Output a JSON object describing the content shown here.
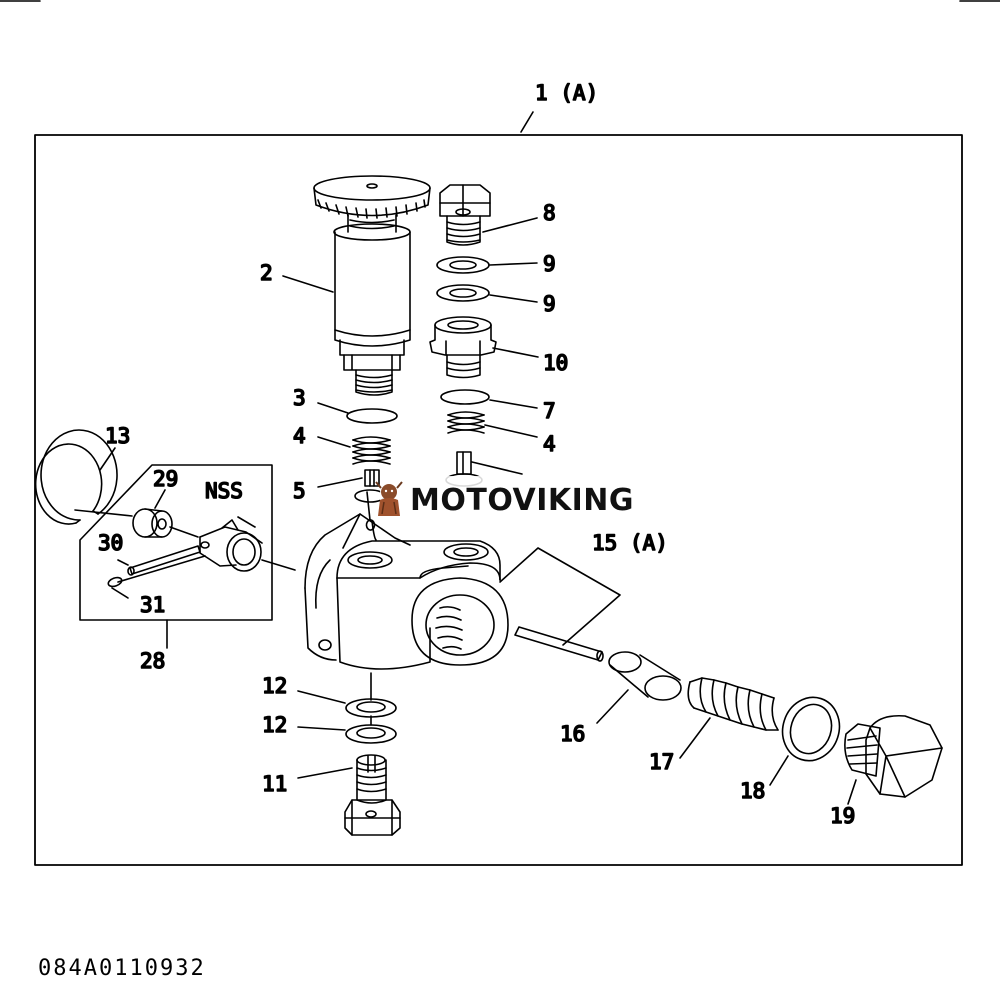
{
  "diagram": {
    "assembly_label": "1 (A)",
    "subassembly_label": "15 (A)",
    "nss_label": "NSS",
    "callouts": {
      "c2": "2",
      "c3": "3",
      "c4a": "4",
      "c4b": "4",
      "c5": "5",
      "c7": "7",
      "c8": "8",
      "c9a": "9",
      "c9b": "9",
      "c10": "10",
      "c11": "11",
      "c12a": "12",
      "c12b": "12",
      "c13": "13",
      "c16": "16",
      "c17": "17",
      "c18": "18",
      "c19": "19",
      "c28": "28",
      "c29": "29",
      "c30": "30",
      "c31": "31"
    },
    "drawing_code": "084A0110932"
  },
  "watermark": {
    "text": "MOTOVIKING"
  }
}
